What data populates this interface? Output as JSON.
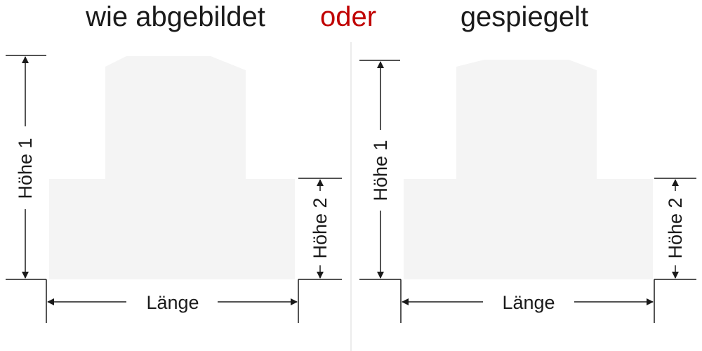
{
  "header": {
    "left_title": "wie abgebildet",
    "middle_word": "oder",
    "right_title": "gespiegelt"
  },
  "panels": [
    {
      "name": "as-shown",
      "height1_label": "Höhe 1",
      "height2_label": "Höhe 2",
      "length_label": "Länge"
    },
    {
      "name": "mirrored",
      "height1_label": "Höhe 1",
      "height2_label": "Höhe 2",
      "length_label": "Länge"
    }
  ],
  "colors": {
    "text": "#1a1a1a",
    "accent": "#c00000",
    "line": "#1a1a1a",
    "divider": "#d8d8d8",
    "decal_silhouette": "#f4f4f4"
  }
}
